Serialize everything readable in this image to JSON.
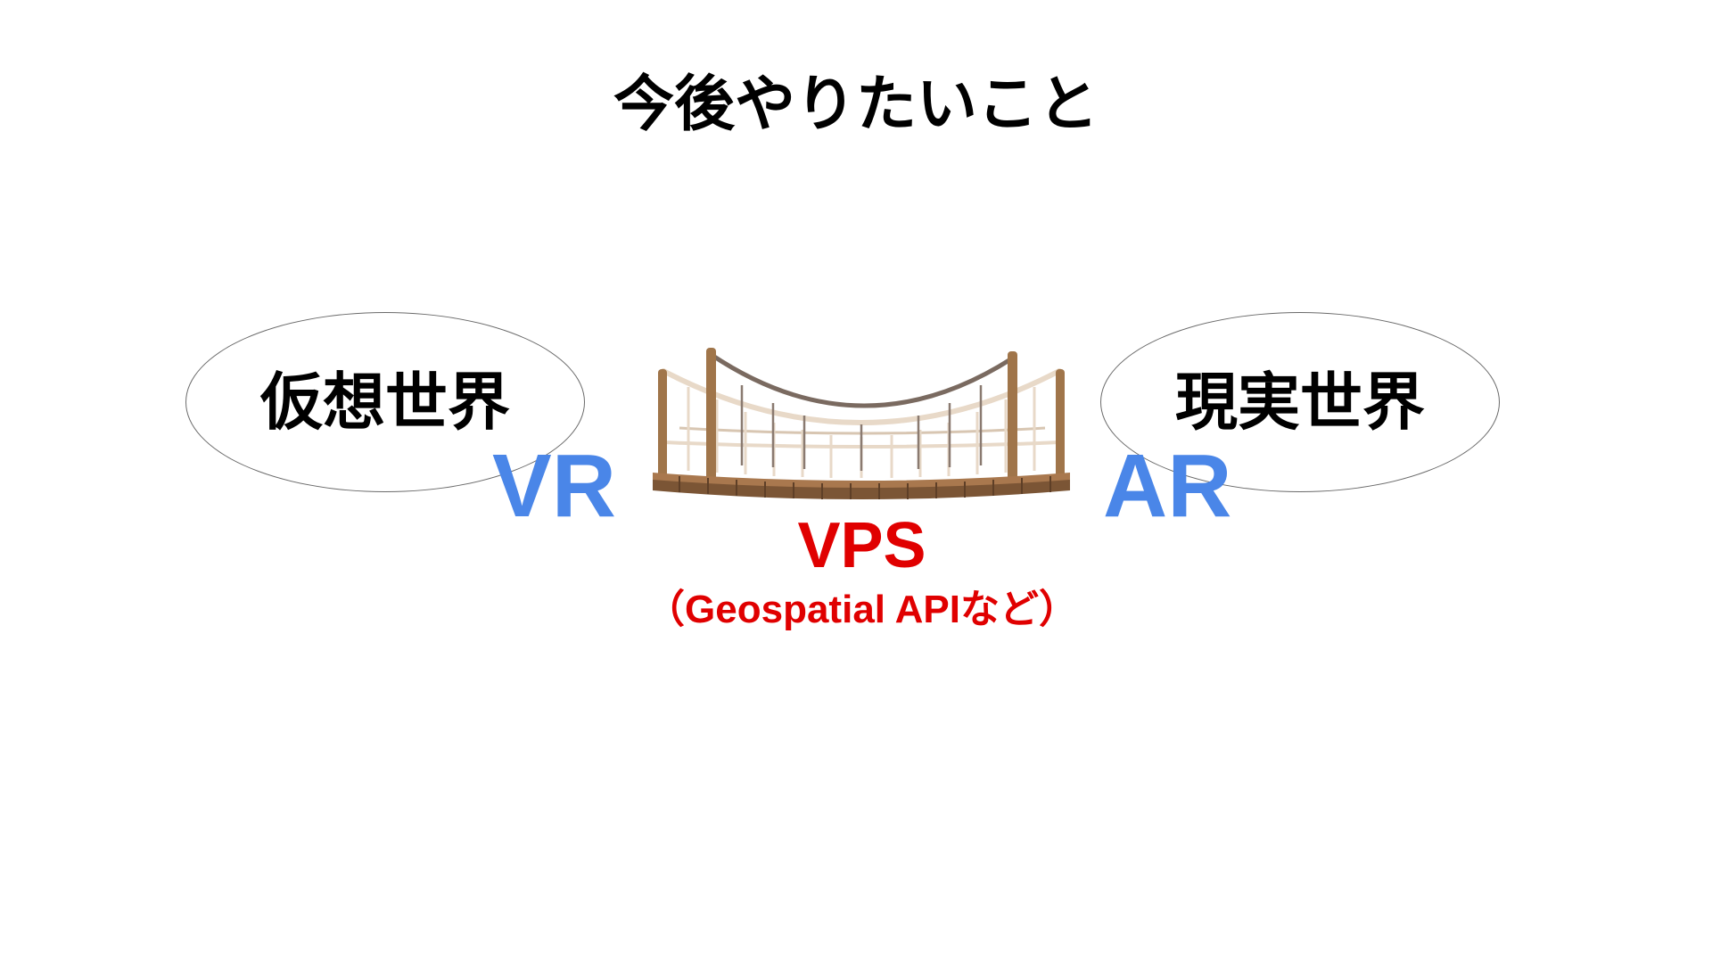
{
  "slide": {
    "title": "今後やりたいこと"
  },
  "diagram": {
    "left_world": {
      "label": "仮想世界",
      "tag": "VR"
    },
    "right_world": {
      "label": "現実世界",
      "tag": "AR"
    },
    "bridge": {
      "icon": "suspension-bridge-icon",
      "label": "VPS",
      "sublabel": "（Geospatial APIなど）"
    }
  },
  "colors": {
    "tag_blue": "#4a86e8",
    "bridge_label_red": "#e00000",
    "ellipse_stroke": "#6a6a6a",
    "bridge_wood": "#a0754a",
    "bridge_rope_light": "#e8d9c8",
    "bridge_rope_dark": "#7a6a60"
  }
}
